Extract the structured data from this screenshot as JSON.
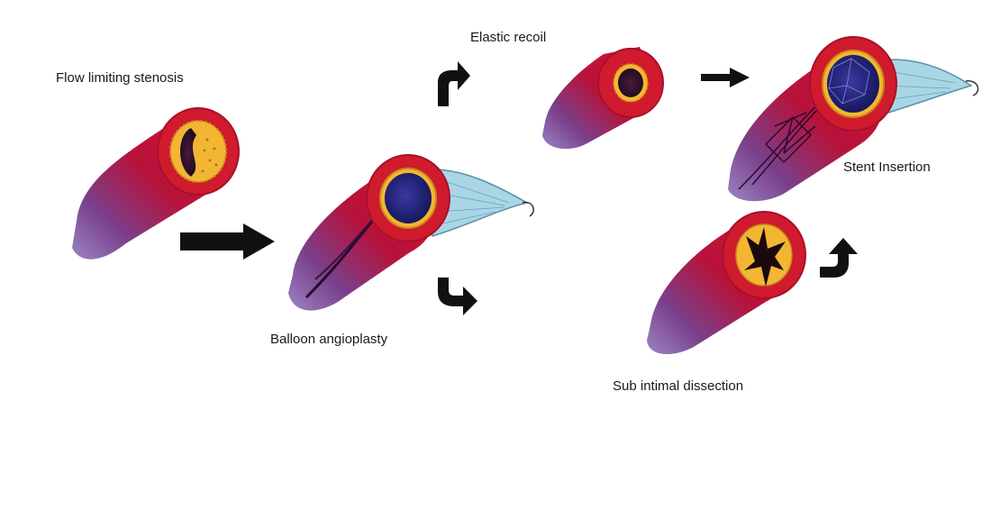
{
  "labels": {
    "flow_limiting": "Flow limiting stenosis",
    "balloon": "Balloon angioplasty",
    "elastic_recoil": "Elastic recoil",
    "stent_insertion": "Stent Insertion",
    "sub_intimal": "Sub intimal dissection"
  },
  "colors": {
    "vessel_red": "#c8102e",
    "vessel_purple": "#5b3f8c",
    "lumen_navy": "#1c1e6b",
    "plaque_yellow": "#f2b632",
    "catheter_blue": "#a9d6e5",
    "arrow": "#111111"
  }
}
